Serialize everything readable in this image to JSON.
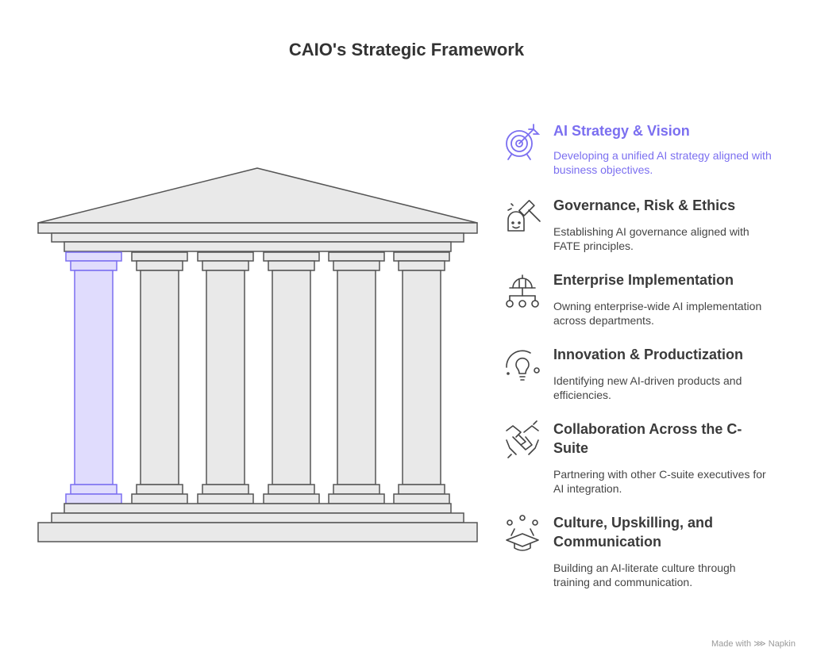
{
  "title": "CAIO's Strategic Framework",
  "colors": {
    "accent": "#7b6ff0",
    "accent_fill": "#e0dcfd",
    "pillar_fill": "#e9e9e9",
    "stroke": "#555555"
  },
  "pillars": [
    {
      "id": "ai-strategy",
      "highlighted": true
    },
    {
      "id": "governance",
      "highlighted": false
    },
    {
      "id": "implementation",
      "highlighted": false
    },
    {
      "id": "innovation",
      "highlighted": false
    },
    {
      "id": "collaboration",
      "highlighted": false
    },
    {
      "id": "culture",
      "highlighted": false
    }
  ],
  "items": [
    {
      "icon": "target-icon",
      "title": "AI Strategy & Vision",
      "desc": "Developing a unified AI strategy aligned with business objectives."
    },
    {
      "icon": "gavel-icon",
      "title": "Governance, Risk & Ethics",
      "desc": "Establishing AI governance aligned with FATE principles."
    },
    {
      "icon": "network-icon",
      "title": "Enterprise Implementation",
      "desc": "Owning enterprise-wide AI implementation across departments."
    },
    {
      "icon": "lightbulb-icon",
      "title": "Innovation & Productization",
      "desc": "Identifying new AI-driven products and efficiencies."
    },
    {
      "icon": "handshake-icon",
      "title": "Collaboration Across the C-Suite",
      "desc": "Partnering with other C-suite executives for AI integration."
    },
    {
      "icon": "graduation-cap-icon",
      "title": "Culture, Upskilling, and Communication",
      "desc": "Building an AI-literate culture through training and communication."
    }
  ],
  "footer": {
    "made_with": "Made with",
    "brand": "Napkin"
  }
}
